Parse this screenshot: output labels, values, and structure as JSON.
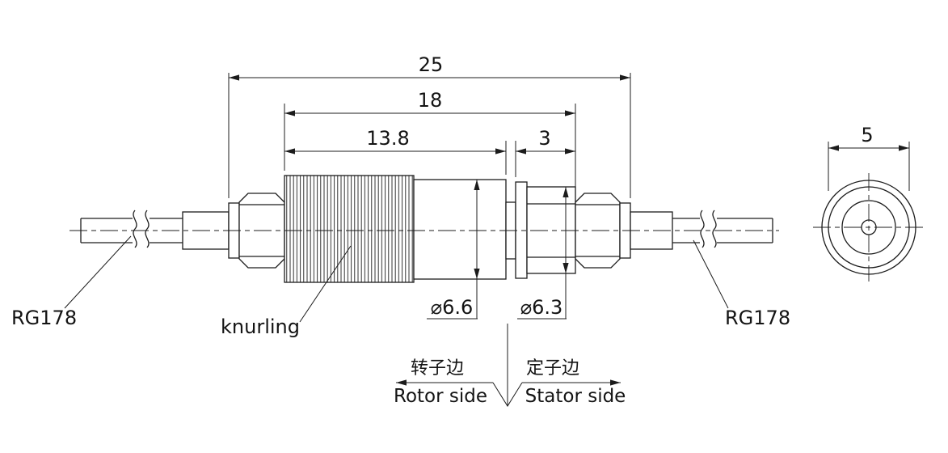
{
  "drawing": {
    "type": "technical-dimension-drawing",
    "background": "#ffffff",
    "line_color": "#1c1c1c",
    "dimensions": {
      "overall_length": "25",
      "body_length": "18",
      "rotor_section_length": "13.8",
      "stator_section_length": "3",
      "end_view_size": "5",
      "rotor_diameter": "⌀6.6",
      "stator_diameter": "⌀6.3"
    },
    "labels": {
      "left_cable": "RG178",
      "right_cable": "RG178",
      "knurling": "knurling",
      "rotor_side_cn": "转子边",
      "rotor_side_en": "Rotor side",
      "stator_side_cn": "定子边",
      "stator_side_en": "Stator side"
    }
  }
}
